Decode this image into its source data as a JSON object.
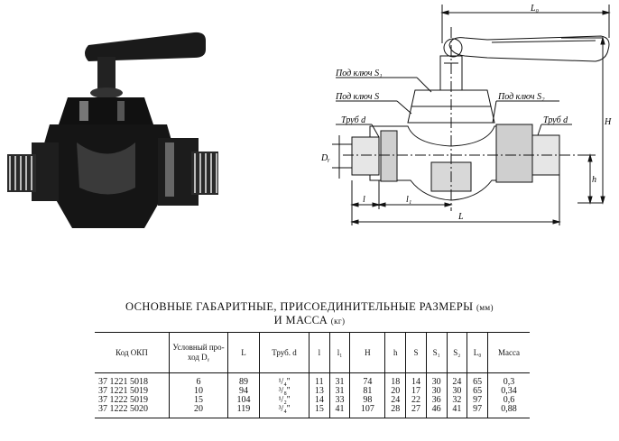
{
  "drawing_labels": {
    "l0": "L₀",
    "key_s1": "Под ключ S₁",
    "key_s": "Под ключ S",
    "pipe_d_left": "Труб d",
    "key_s2": "Под ключ S₂",
    "pipe_d_right": "Труб d",
    "h_upper": "H",
    "dy": "Dᵧ",
    "h_lower": "h",
    "l": "l",
    "l1": "l₁",
    "L": "L"
  },
  "caption": {
    "line1": "ОСНОВНЫЕ ГАБАРИТНЫЕ, ПРИСОЕДИНИТЕЛЬНЫЕ РАЗМЕРЫ",
    "line1_unit": "(мм)",
    "line2": "И МАССА",
    "line2_unit": "(кг)"
  },
  "table": {
    "headers": [
      "Код ОКП",
      "Условный про-ход Dᵧ",
      "L",
      "Труб. d",
      "l",
      "l₁",
      "H",
      "h",
      "S",
      "S₁",
      "S₂",
      "L₀",
      "Масса"
    ],
    "rows": [
      [
        "37 1221 5018",
        "6",
        "89",
        "¹/₄''",
        "11",
        "31",
        "74",
        "18",
        "14",
        "30",
        "24",
        "65",
        "0,3"
      ],
      [
        "37 1221 5019",
        "10",
        "94",
        "³/₈''",
        "13",
        "31",
        "81",
        "20",
        "17",
        "30",
        "30",
        "65",
        "0,34"
      ],
      [
        "37 1222 5019",
        "15",
        "104",
        "¹/₂''",
        "14",
        "33",
        "98",
        "24",
        "22",
        "36",
        "32",
        "97",
        "0,6"
      ],
      [
        "37 1222 5020",
        "20",
        "119",
        "³/₄''",
        "15",
        "41",
        "107",
        "28",
        "27",
        "46",
        "41",
        "97",
        "0,88"
      ]
    ]
  }
}
